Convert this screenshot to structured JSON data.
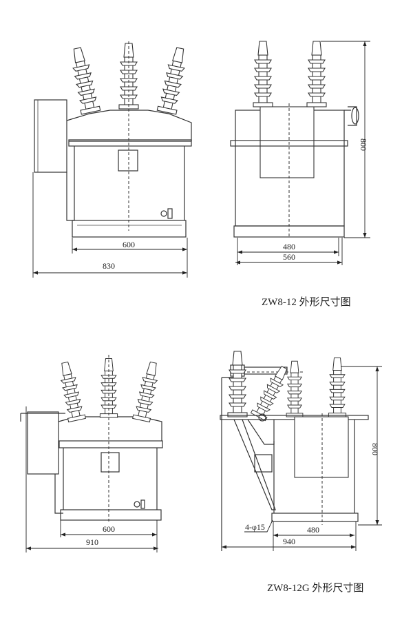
{
  "figures": [
    {
      "caption": "ZW8-12 外形尺寸图",
      "front_view": {
        "dim_inner": "600",
        "dim_overall": "830"
      },
      "side_view": {
        "dim_height": "800",
        "dim_inner": "480",
        "dim_overall": "560"
      }
    },
    {
      "caption": "ZW8-12G 外形尺寸图",
      "front_view": {
        "dim_inner": "600",
        "dim_overall": "910"
      },
      "side_view": {
        "dim_height": "800",
        "dim_holes": "4-φ15",
        "dim_inner": "480",
        "dim_overall": "940"
      }
    }
  ]
}
